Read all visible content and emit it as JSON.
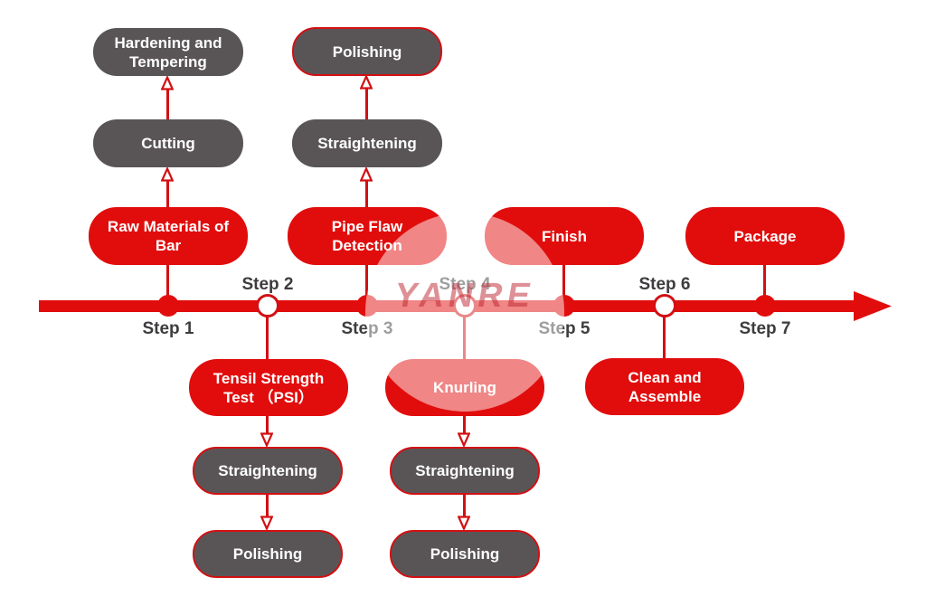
{
  "watermark": {
    "text": "YANRE"
  },
  "colors": {
    "red": "#e10d0d",
    "stroke_red": "#d21013",
    "gray": "#595557",
    "step_label": "#3e3c3e"
  },
  "timeline": {
    "direction": "left-to-right",
    "markers": [
      {
        "step": "Step 1",
        "type": "filled-dot",
        "label_side": "below"
      },
      {
        "step": "Step 2",
        "type": "open-circle",
        "label_side": "above"
      },
      {
        "step": "Step 3",
        "type": "filled-dot",
        "label_side": "below"
      },
      {
        "step": "Step 4",
        "type": "open-circle",
        "label_side": "above"
      },
      {
        "step": "Step 5",
        "type": "filled-dot",
        "label_side": "below"
      },
      {
        "step": "Step 6",
        "type": "open-circle",
        "label_side": "above"
      },
      {
        "step": "Step 7",
        "type": "filled-dot",
        "label_side": "below"
      }
    ]
  },
  "columns": [
    {
      "step": "Step 1",
      "direction": "up",
      "boxes": [
        {
          "label": "Raw Materials of\nBar",
          "variant": "red"
        },
        {
          "label": "Cutting",
          "variant": "gray"
        },
        {
          "label": "Hardening and\nTempering",
          "variant": "gray"
        }
      ]
    },
    {
      "step": "Step 2",
      "direction": "down",
      "boxes": [
        {
          "label": "Tensil Strength\nTest （PSI）",
          "variant": "red"
        },
        {
          "label": "Straightening",
          "variant": "gray-red-border"
        },
        {
          "label": "Polishing",
          "variant": "gray-red-border"
        }
      ]
    },
    {
      "step": "Step 3",
      "direction": "up",
      "boxes": [
        {
          "label": "Pipe Flaw\nDetection",
          "variant": "red"
        },
        {
          "label": "Straightening",
          "variant": "gray"
        },
        {
          "label": "Polishing",
          "variant": "gray-red-border"
        }
      ]
    },
    {
      "step": "Step 4",
      "direction": "down",
      "boxes": [
        {
          "label": "Knurling",
          "variant": "red"
        },
        {
          "label": "Straightening",
          "variant": "gray-red-border"
        },
        {
          "label": "Polishing",
          "variant": "gray-red-border"
        }
      ]
    },
    {
      "step": "Step 5",
      "direction": "up",
      "boxes": [
        {
          "label": "Finish",
          "variant": "red"
        }
      ]
    },
    {
      "step": "Step 6",
      "direction": "down",
      "boxes": [
        {
          "label": "Clean and\nAssemble",
          "variant": "red"
        }
      ]
    },
    {
      "step": "Step 7",
      "direction": "up",
      "boxes": [
        {
          "label": "Package",
          "variant": "red"
        }
      ]
    }
  ]
}
